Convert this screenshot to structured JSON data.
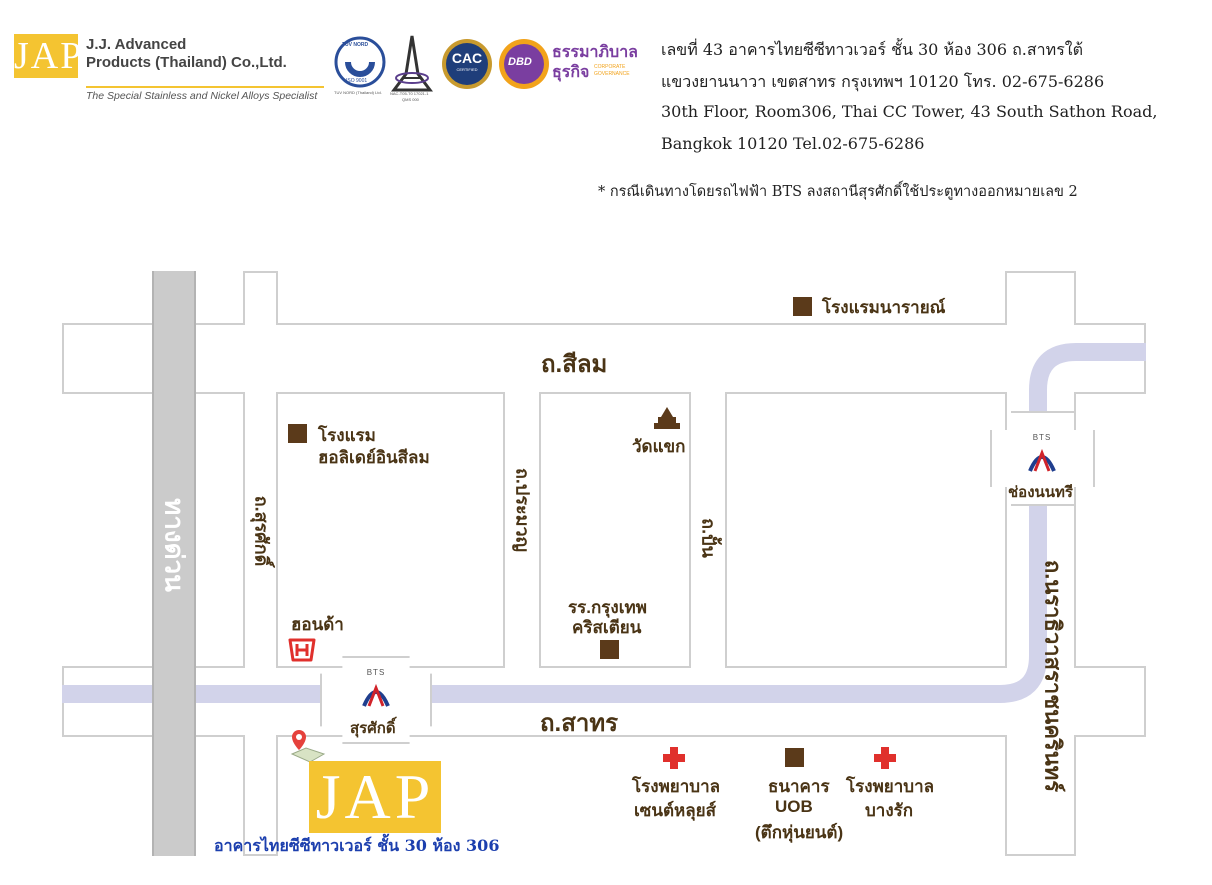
{
  "header": {
    "logo_text": "JAP",
    "company_line1": "J.J. Advanced",
    "company_line2": "Products (Thailand) Co.,Ltd.",
    "tagline": "The Special Stainless and Nickel Alloys Specialist",
    "certs": {
      "tuv_top": "TÜV NORD",
      "tuv_iso": "ISO 9001",
      "tuv_caption": "TUV NORD (Thailand) Ltd.",
      "nac_caption": "NAC-T05-T0 17021-1",
      "nac_caption2": "QMS 000",
      "cac_label": "CAC",
      "cac_sub": "CERTIFIED",
      "dbd_label": "DBD",
      "dbd_thai": "ธรรมาภิบาล",
      "dbd_thai2": "ธุรกิจ",
      "dbd_eng": "CORPORATE",
      "dbd_eng2": "GOVERNANCE"
    },
    "address_th_1": "เลขที่ 43 อาคารไทยซีซีทาวเวอร์ ชั้น 30  ห้อง 306 ถ.สาทรใต้",
    "address_th_2": "แขวงยานนาวา เขตสาทร กรุงเทพฯ 10120 โทร. 02-675-6286",
    "address_en_1": "30th Floor, Room306, Thai CC Tower, 43 South Sathon Road,",
    "address_en_2": "Bangkok 10120 Tel.02-675-6286",
    "bts_note": "* กรณีเดินทางโดยรถไฟฟ้า BTS ลงสถานีสุรศักดิ์ใช้ประตูทางออกหมายเลข 2"
  },
  "map": {
    "roads": {
      "silom": "ถ.สีลม",
      "sathorn": "ถ.สาทร",
      "surasak": "ถ.สุรศักดิ์",
      "pramuan": "ถ.ประมวญ",
      "pan": "ถ.ปั้น",
      "narathiwat": "ถ.นราธิวาสราชนครินทร์",
      "expressway": "ทางด่วน"
    },
    "landmarks": {
      "narai_hotel": "โรงแรมนารายณ์",
      "holiday_inn_1": "โรงแรม",
      "holiday_inn_2": "ฮอลิเดย์อินสีลม",
      "wat_khaek": "วัดแขก",
      "honda": "ฮอนด้า",
      "bkk_christian_1": "รร.กรุงเทพ",
      "bkk_christian_2": "คริสเตียน",
      "st_louis_1": "โรงพยาบาล",
      "st_louis_2": "เซนต์หลุยส์",
      "uob_1": "ธนาคาร",
      "uob_2": "UOB",
      "uob_3": "(ตึกหุ่นยนต์)",
      "bangrak_1": "โรงพยาบาล",
      "bangrak_2": "บางรัก"
    },
    "stations": {
      "chong_nonsi": "ช่องนนทรี",
      "surasak": "สุรศักดิ์",
      "bts_label": "BTS"
    },
    "jap_building_logo": "JAP",
    "building_caption": "อาคารไทยซีซีทาวเวอร์ ชั้น 30 ห้อง 306"
  },
  "colors": {
    "brand_yellow": "#f4c431",
    "landmark_brown": "#5b3a1a",
    "hospital_red": "#e0302c",
    "bts_line": "#d2d3ea",
    "caption_blue": "#1c3fae"
  }
}
